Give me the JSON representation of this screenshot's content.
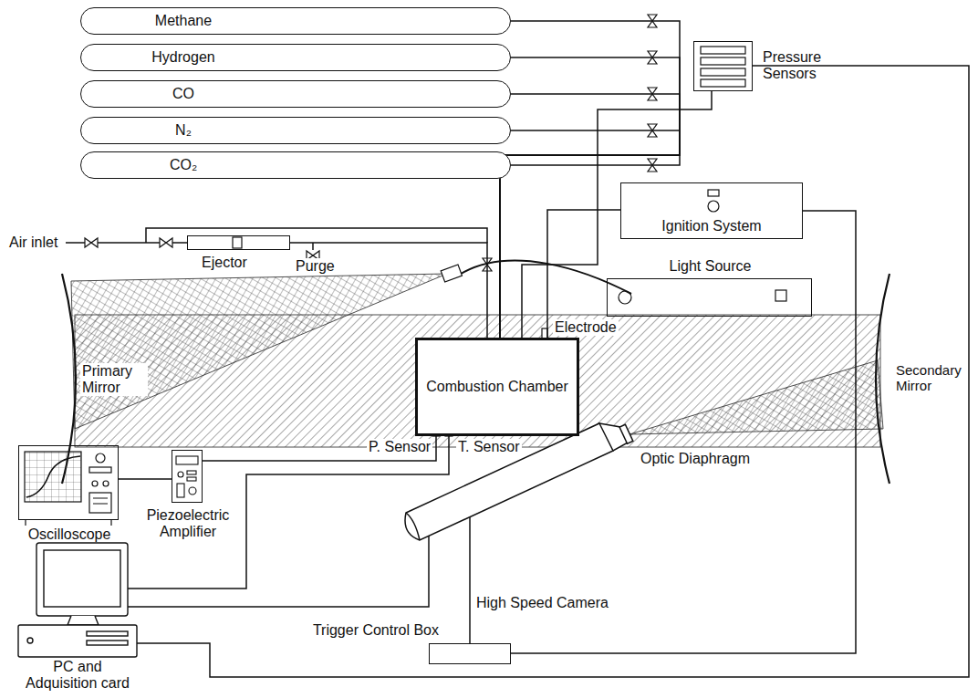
{
  "diagram": {
    "nodes": [
      {
        "text": [
          "Methane"
        ]
      },
      {
        "text": [
          "Hydrogen"
        ]
      },
      {
        "text": [
          "CO"
        ]
      },
      {
        "text": [
          "N₂"
        ]
      },
      {
        "text": [
          "CO₂"
        ]
      },
      {
        "text": [
          "Pressure Sensors"
        ]
      },
      {
        "text": [
          "Ignition System"
        ]
      },
      {
        "text": [
          "Ejector"
        ]
      },
      {
        "text": [
          "Light Source"
        ]
      },
      {
        "text": [
          "Combustion Chamber"
        ]
      },
      {
        "text": [
          "Oscilloscope"
        ]
      },
      {
        "text": [
          "Piezoelectric Amplifier"
        ]
      },
      {
        "text": [
          "High Speed Camera"
        ]
      },
      {
        "text": [
          "Trigger Control Box"
        ]
      },
      {
        "text": [
          "PC and Adquisition card"
        ]
      }
    ],
    "edges": [
      {
        "from": 0,
        "to": 9,
        "arrow": "none"
      },
      {
        "from": 1,
        "to": 9,
        "arrow": "none"
      },
      {
        "from": 2,
        "to": 9,
        "arrow": "none"
      },
      {
        "from": 3,
        "to": 9,
        "arrow": "none"
      },
      {
        "from": 4,
        "to": 9,
        "arrow": "none"
      },
      {
        "from": 7,
        "to": 9,
        "arrow": "none"
      },
      {
        "from": 5,
        "to": 9,
        "arrow": "none"
      },
      {
        "from": 6,
        "to": 9,
        "arrow": "none"
      },
      {
        "from": 5,
        "to": 14,
        "arrow": "none"
      },
      {
        "from": 10,
        "to": 11,
        "arrow": "none"
      },
      {
        "from": 11,
        "to": 9,
        "arrow": "none"
      },
      {
        "from": 14,
        "to": 9,
        "arrow": "none"
      },
      {
        "from": 14,
        "to": 12,
        "arrow": "none"
      },
      {
        "from": 13,
        "to": 12,
        "arrow": "none"
      },
      {
        "from": 13,
        "to": 6,
        "arrow": "none"
      }
    ],
    "labels": [
      "Air inlet",
      "Purge",
      "Electrode",
      "Primary Mirror",
      "Secondary Mirror",
      "P. Sensor",
      "T. Sensor",
      "Optic Diaphragm"
    ]
  }
}
